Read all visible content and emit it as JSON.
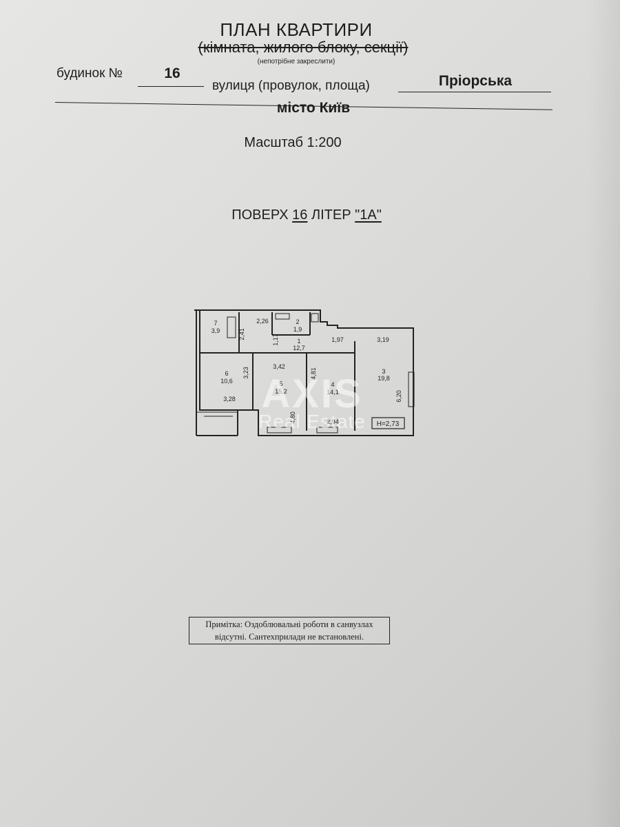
{
  "document": {
    "title": "ПЛАН КВАРТИРИ",
    "subtitle": "(кімната, жилого блоку, секції)",
    "subtitle_note": "(непотрібне закреслити)",
    "building_label": "будинок №",
    "building_number": "16",
    "street_label": "вулиця (провулок, площа)",
    "street_name": "Пріорська",
    "city": "місто Київ",
    "scale": "Масштаб 1:200",
    "floor_label": "ПОВЕРХ",
    "floor_number": "16",
    "letter_label": "ЛІТЕР",
    "letter_value": "\"1А\"",
    "remark_line1": "Примітка: Оздоблювальні роботи в санвузлах",
    "remark_line2": "відсутні. Сантехприлади не встановлені."
  },
  "watermark": {
    "brand": "AXIS",
    "tagline": "Real Estate"
  },
  "floor_plan": {
    "ceiling_height": "Н=2,73",
    "rooms": [
      {
        "number": "1",
        "area": "12,7"
      },
      {
        "number": "2",
        "area": "1,9"
      },
      {
        "number": "3",
        "area": "19,8"
      },
      {
        "number": "4",
        "area": "14,1"
      },
      {
        "number": "5",
        "area": "15,2"
      },
      {
        "number": "6",
        "area": "10,6"
      },
      {
        "number": "7",
        "area": "3,9"
      }
    ],
    "dimensions": [
      "2,26",
      "2,41",
      "1,17",
      "1,97",
      "3,19",
      "3,42",
      "3,23",
      "4,81",
      "3,28",
      "4,80",
      "2,94",
      "6,20"
    ]
  },
  "colors": {
    "paper": "#dcdcda",
    "ink": "#1e1e1e",
    "watermark": "#ffffff"
  }
}
